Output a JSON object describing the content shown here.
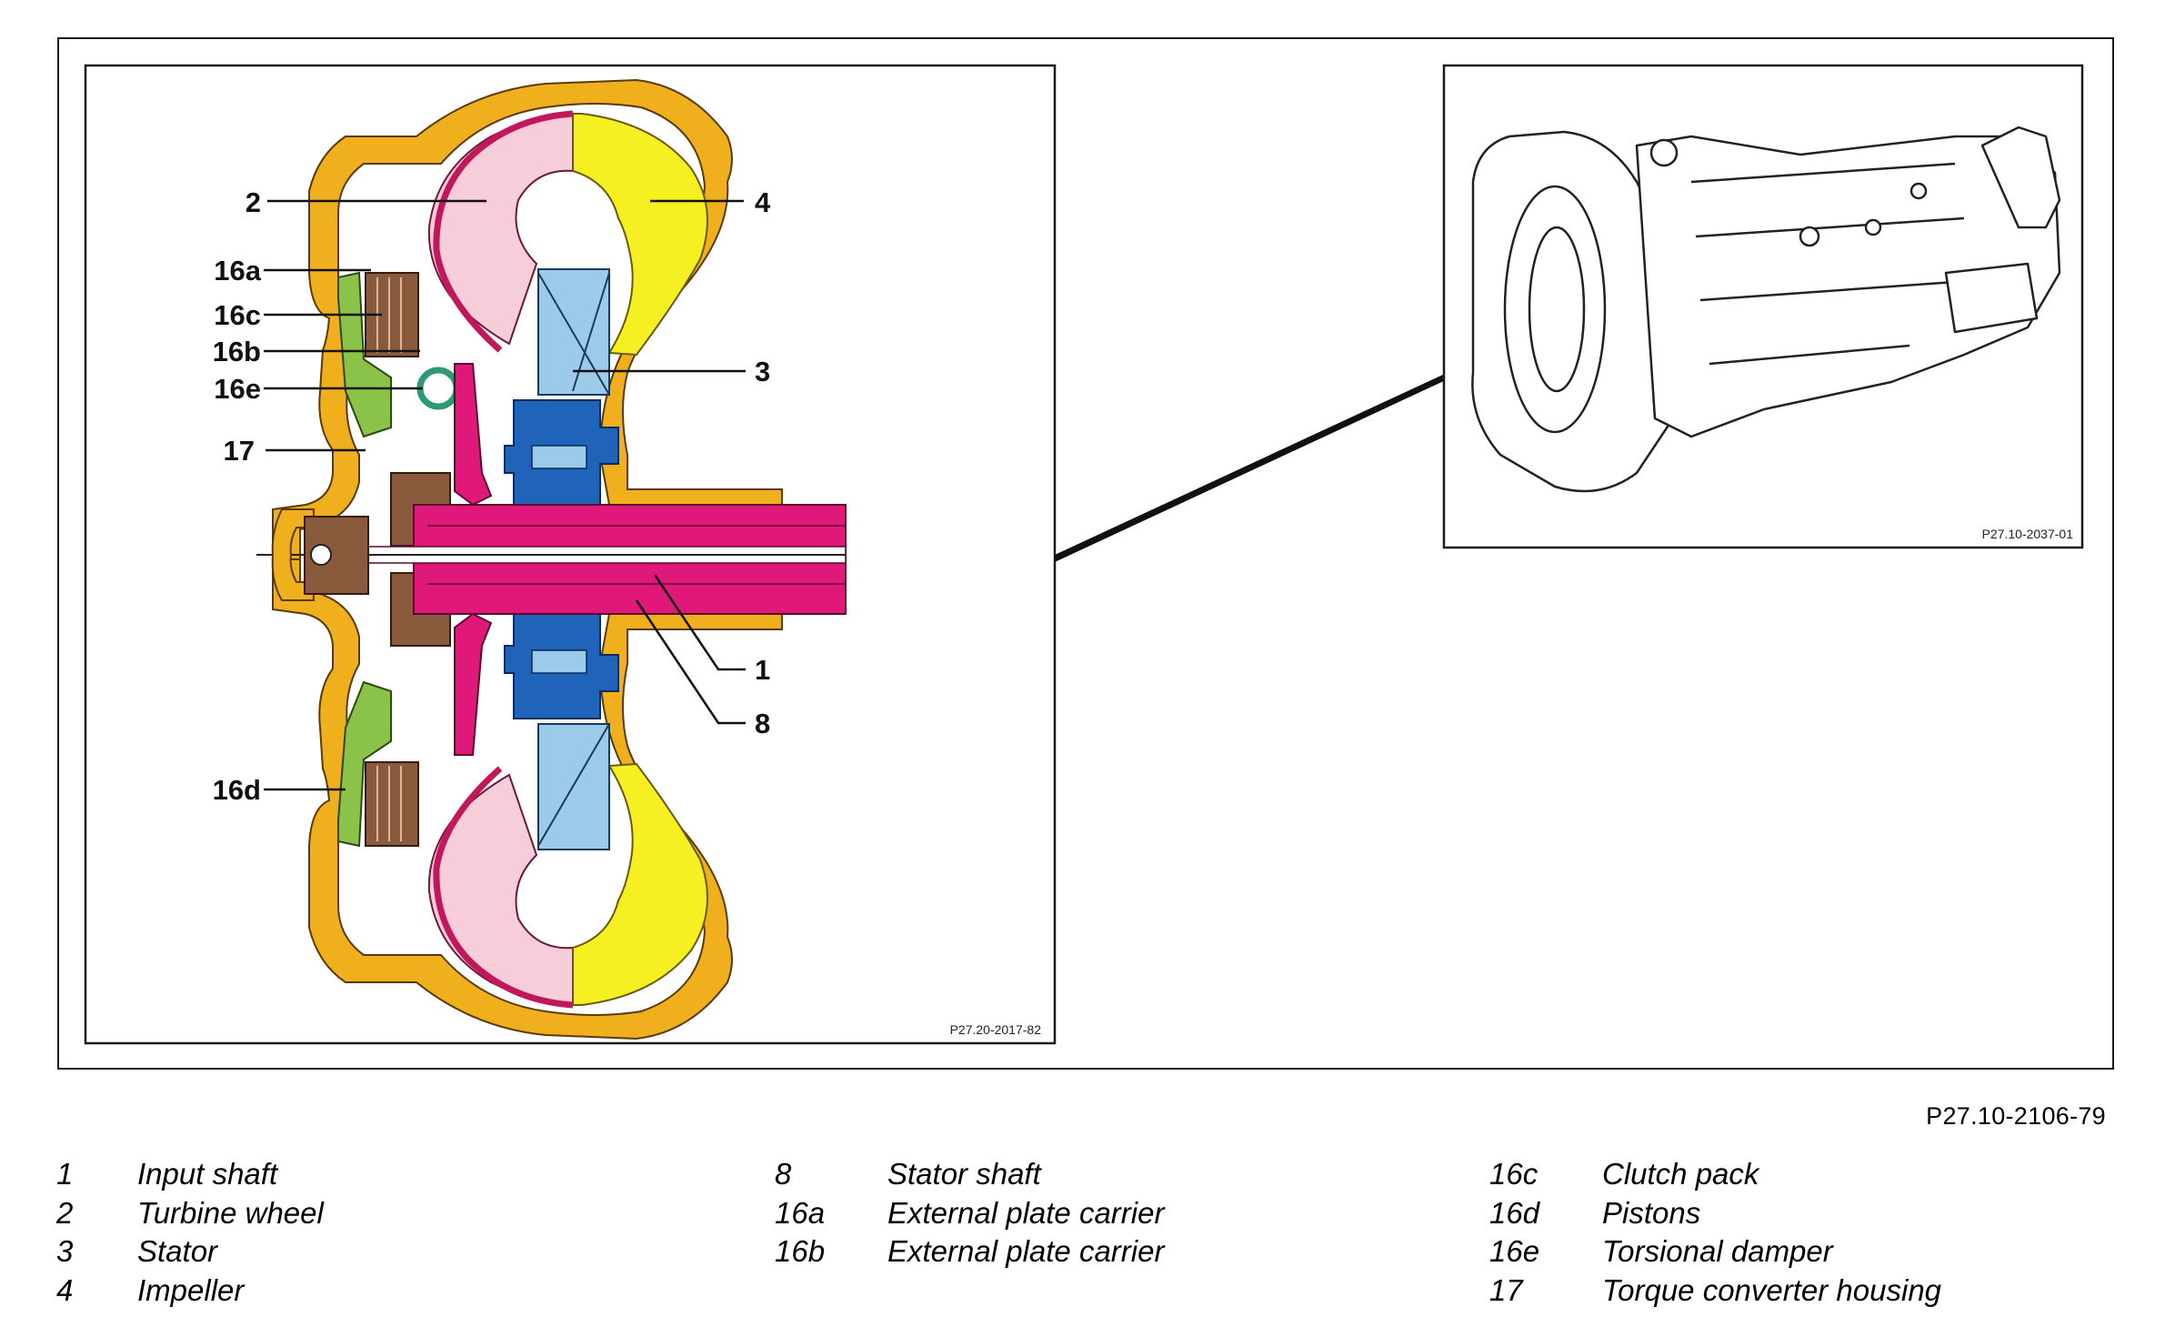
{
  "figure_ref": "P27.10-2106-79",
  "left_panel_ref": "P27.20-2017-82",
  "right_panel_ref": "P27.10-2037-01",
  "callouts": {
    "c2": "2",
    "c4": "4",
    "c16a": "16a",
    "c16c": "16c",
    "c16b": "16b",
    "c16e": "16e",
    "c3": "3",
    "c17": "17",
    "c1": "1",
    "c8": "8",
    "c16d": "16d"
  },
  "legend": {
    "col1": [
      {
        "num": "1",
        "label": "Input shaft"
      },
      {
        "num": "2",
        "label": "Turbine wheel"
      },
      {
        "num": "3",
        "label": "Stator"
      },
      {
        "num": "4",
        "label": "Impeller"
      }
    ],
    "col2": [
      {
        "num": "8",
        "label": "Stator shaft"
      },
      {
        "num": "16a",
        "label": "External plate carrier"
      },
      {
        "num": "16b",
        "label": "External plate carrier"
      }
    ],
    "col3": [
      {
        "num": "16c",
        "label": "Clutch pack"
      },
      {
        "num": "16d",
        "label": "Pistons"
      },
      {
        "num": "16e",
        "label": "Torsional damper"
      },
      {
        "num": "17",
        "label": "Torque converter housing"
      }
    ]
  },
  "colors": {
    "housing": "#f0b01e",
    "turbine": "#f6cdd8",
    "impeller": "#f6ef22",
    "stator": "#9ccbea",
    "stator_hub": "#1f64b9",
    "shaft": "#e0187a",
    "piston": "#8ac24a",
    "clutch": "#8a5a3c",
    "damper": "#2c9a72"
  }
}
